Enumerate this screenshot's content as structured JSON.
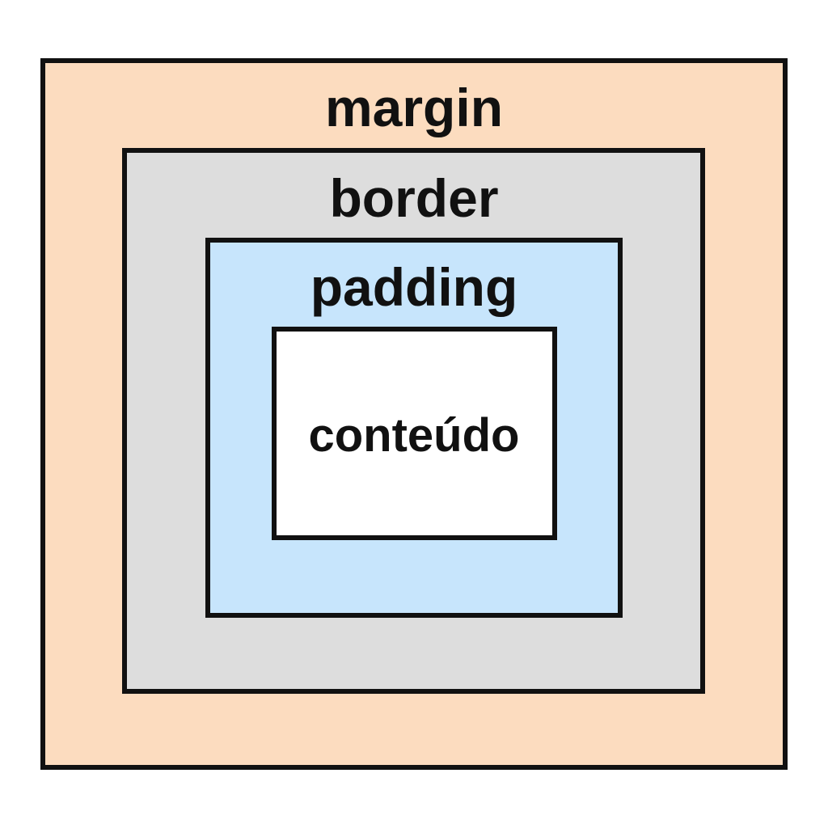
{
  "diagram": {
    "layers": [
      {
        "id": "margin",
        "label": "margin",
        "fill": "#fcdcbf"
      },
      {
        "id": "border",
        "label": "border",
        "fill": "#dddddd"
      },
      {
        "id": "padding",
        "label": "padding",
        "fill": "#c7e5fc"
      },
      {
        "id": "content",
        "label": "conteúdo",
        "fill": "#ffffff"
      }
    ],
    "outline_color": "#111111"
  }
}
